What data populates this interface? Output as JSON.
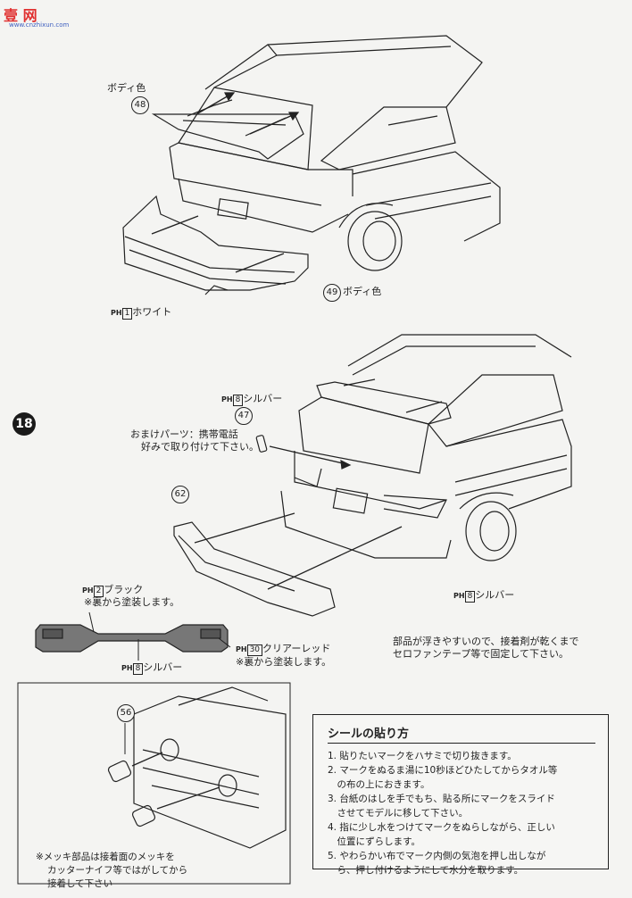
{
  "logo": {
    "title": "壹 网",
    "subtitle": "www.cnzhixun.com"
  },
  "step": {
    "number": "18"
  },
  "top_section": {
    "spoiler_label": "ボディ色",
    "spoiler_part": "48",
    "bumper_part": "49",
    "bumper_label": "ボディ色",
    "plate_code": "1",
    "plate_label": "ホワイト"
  },
  "mid_section": {
    "silver_code_top": "8",
    "silver_label_top": "シルバー",
    "phone_part": "47",
    "phone_note_line1": "おまけパーツ：携帯電話",
    "phone_note_line2": "好みで取り付けて下さい。",
    "bumper_part": "62",
    "silver_code_right": "8",
    "silver_label_right": "シルバー",
    "fix_note_line1": "部品が浮きやすいので、接着剤が乾くまで",
    "fix_note_line2": "セロファンテープ等で固定して下さい。"
  },
  "lamp_section": {
    "black_code": "2",
    "black_label": "ブラック",
    "black_note": "※裏から塗装します。",
    "silver_code": "8",
    "silver_label": "シルバー",
    "red_code": "30",
    "red_label": "クリアーレッド",
    "red_note": "※裏から塗装します。"
  },
  "inset": {
    "part": "56",
    "note_line1": "※メッキ部品は接着面のメッキを",
    "note_line2": "カッターナイフ等ではがしてから",
    "note_line3": "接着して下さい"
  },
  "decal": {
    "title": "シールの貼り方",
    "items": [
      "1. 貼りたいマークをハサミで切り抜きます。",
      "2. マークをぬるま湯に10秒ほどひたしてからタオル等",
      "　の布の上におきます。",
      "3. 台紙のはしを手でもち、貼る所にマークをスライド",
      "　させてモデルに移して下さい。",
      "4. 指に少し水をつけてマークをぬらしながら、正しい",
      "　位置にずらします。",
      "5. やわらかい布でマーク内側の気泡を押し出しなが",
      "　ら、押し付けるようにして水分を取ります。"
    ]
  },
  "ph_tag": "PH"
}
